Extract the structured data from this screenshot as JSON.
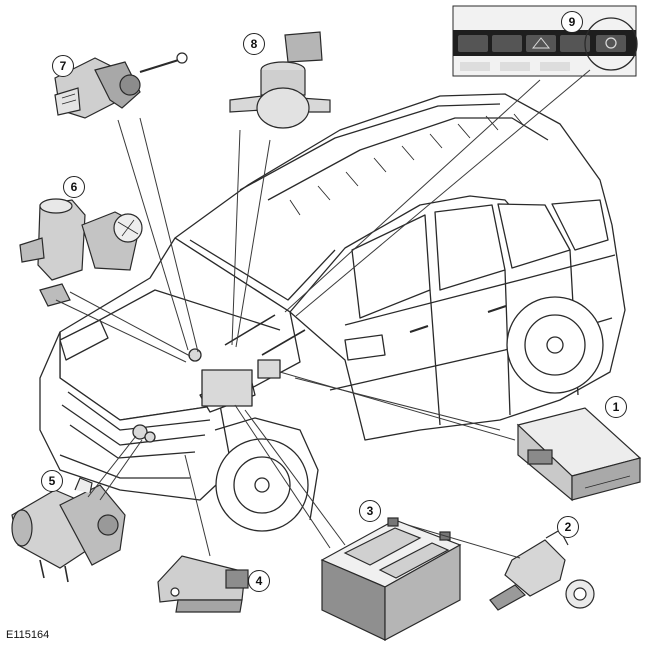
{
  "figure": {
    "reference_code": "E115164",
    "callouts": [
      "1",
      "2",
      "3",
      "4",
      "5",
      "6",
      "7",
      "8",
      "9"
    ]
  },
  "colors": {
    "line": "#2a2a2a",
    "component_fill": "#d9d9d9",
    "component_dark": "#9a9a9a",
    "leader": "#3a3a3a"
  }
}
